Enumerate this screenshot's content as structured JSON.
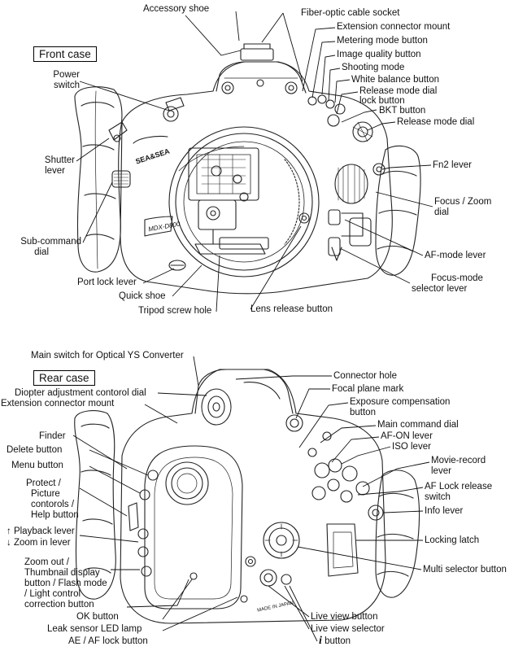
{
  "front": {
    "title": "Front case",
    "labels": {
      "accessory_shoe": "Accessory shoe",
      "fiber_optic": "Fiber-optic cable socket",
      "ext_connector": "Extension connector mount",
      "metering": "Metering mode button",
      "image_quality": "Image quality button",
      "shooting_mode": "Shooting mode",
      "white_balance": "White balance button",
      "release_lock_1": "Release mode dial",
      "release_lock_2": "lock button",
      "bkt": "BKT button",
      "release_dial": "Release mode dial",
      "fn2": "Fn2 lever",
      "focus_zoom_1": "Focus / Zoom",
      "focus_zoom_2": "dial",
      "af_mode": "AF-mode lever",
      "focus_sel_1": "Focus-mode",
      "focus_sel_2": "selector lever",
      "power_1": "Power",
      "power_2": "switch",
      "shutter_1": "Shutter",
      "shutter_2": "lever",
      "subcmd_1": "Sub-command",
      "subcmd_2": "dial",
      "port_lock": "Port lock lever",
      "quick_shoe": "Quick shoe",
      "tripod": "Tripod screw hole",
      "lens_release": "Lens release button",
      "brand": "SEA&SEA",
      "model": "MDX-D800"
    }
  },
  "rear": {
    "title": "Rear case",
    "labels": {
      "main_switch": "Main switch for Optical YS Converter",
      "diopter": "Diopter adjustment contorol dial",
      "ext_connector": "Extension connector mount",
      "finder": "Finder",
      "delete": "Delete button",
      "menu": "Menu button",
      "protect_1": "Protect /",
      "protect_2": "Picture",
      "protect_3": "contorols /",
      "protect_4": "Help button",
      "playback_1": "↑ Playback lever",
      "playback_2": "↓ Zoom in lever",
      "zoom_1": "Zoom out /",
      "zoom_2": "Thumbnail display",
      "zoom_3": "button / Flash mode",
      "zoom_4": "/ Light control",
      "zoom_5": "correction button",
      "ok": "OK button",
      "leak": "Leak sensor LED lamp",
      "ae_af": "AE / AF lock button",
      "connector_hole": "Connector hole",
      "focal_plane": "Focal plane mark",
      "exposure_1": "Exposure compensation",
      "exposure_2": "button",
      "main_cmd": "Main command dial",
      "af_on": "AF-ON lever",
      "iso": "ISO lever",
      "movie_1": "Movie-record",
      "movie_2": "lever",
      "af_lock_1": "AF Lock release",
      "af_lock_2": "switch",
      "info": "Info lever",
      "locking": "Locking latch",
      "multi": "Multi selector button",
      "live_btn": "Live view button",
      "live_sel": "Live view selector",
      "i_glyph": "i",
      "i_btn": "button",
      "made_in": "MADE IN JAPAN"
    }
  }
}
